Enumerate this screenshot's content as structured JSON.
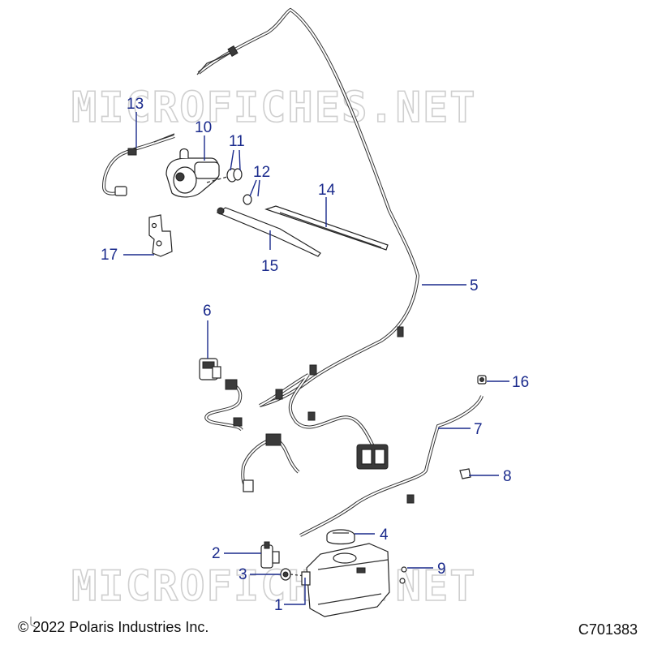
{
  "watermark": {
    "text_top": "MICROFICHES.NET",
    "text_bottom": "MICROFICHES.NET"
  },
  "callouts": [
    {
      "id": "1",
      "label": "1"
    },
    {
      "id": "2",
      "label": "2"
    },
    {
      "id": "3",
      "label": "3"
    },
    {
      "id": "4",
      "label": "4"
    },
    {
      "id": "5",
      "label": "5"
    },
    {
      "id": "6",
      "label": "6"
    },
    {
      "id": "7",
      "label": "7"
    },
    {
      "id": "8",
      "label": "8"
    },
    {
      "id": "9",
      "label": "9"
    },
    {
      "id": "10",
      "label": "10"
    },
    {
      "id": "11",
      "label": "11"
    },
    {
      "id": "12",
      "label": "12"
    },
    {
      "id": "13",
      "label": "13"
    },
    {
      "id": "14",
      "label": "14"
    },
    {
      "id": "15",
      "label": "15"
    },
    {
      "id": "16",
      "label": "16"
    },
    {
      "id": "17",
      "label": "17"
    }
  ],
  "footer": {
    "copyright": "© 2022 Polaris Industries Inc.",
    "figure_id": "C701383"
  },
  "colors": {
    "callout": "#1a2a8c",
    "line_art": "#222222",
    "watermark": "#cfcfcf"
  }
}
